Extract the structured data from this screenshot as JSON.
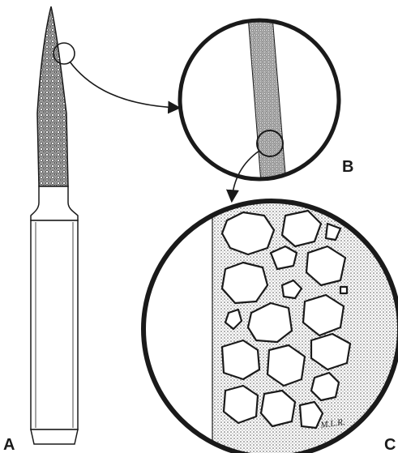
{
  "figure": {
    "labels": {
      "a": "A",
      "b": "B",
      "c": "C"
    },
    "signature": "M.L.R.",
    "colors": {
      "ink": "#1a1a1a",
      "paper": "#ffffff",
      "stipple": "#8a8a8a",
      "matrix_fill": "#c9c9c9"
    }
  }
}
